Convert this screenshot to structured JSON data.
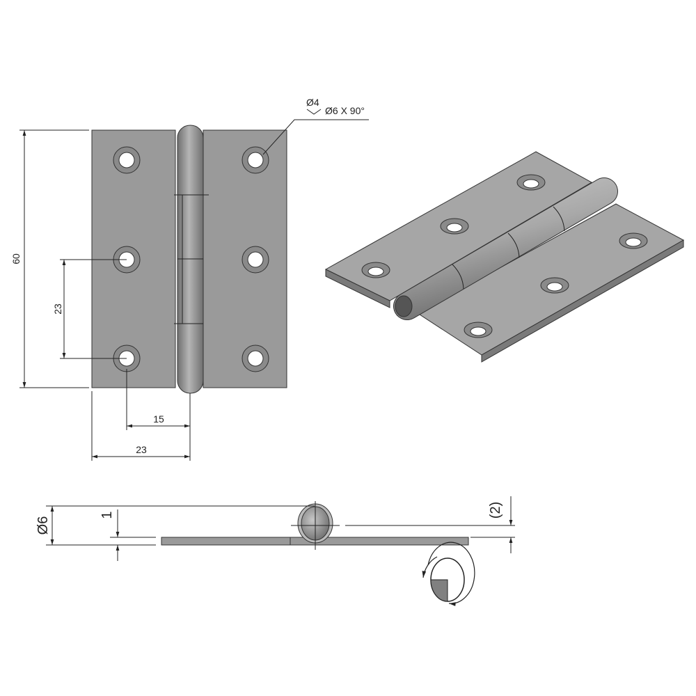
{
  "drawing": {
    "front_view": {
      "overall_height": "60",
      "hole_pitch": "23",
      "hole_to_axis": "15",
      "leaf_width": "23",
      "hole_callout": {
        "diameter": "Ø4",
        "countersink": "Ø6 X 90°"
      }
    },
    "side_view": {
      "barrel_diameter": "Ø6",
      "thickness": "1",
      "reference_offset": "(2)"
    },
    "colors": {
      "part": "#9a9a9a",
      "line": "#222222",
      "hole": "#ffffff"
    }
  }
}
